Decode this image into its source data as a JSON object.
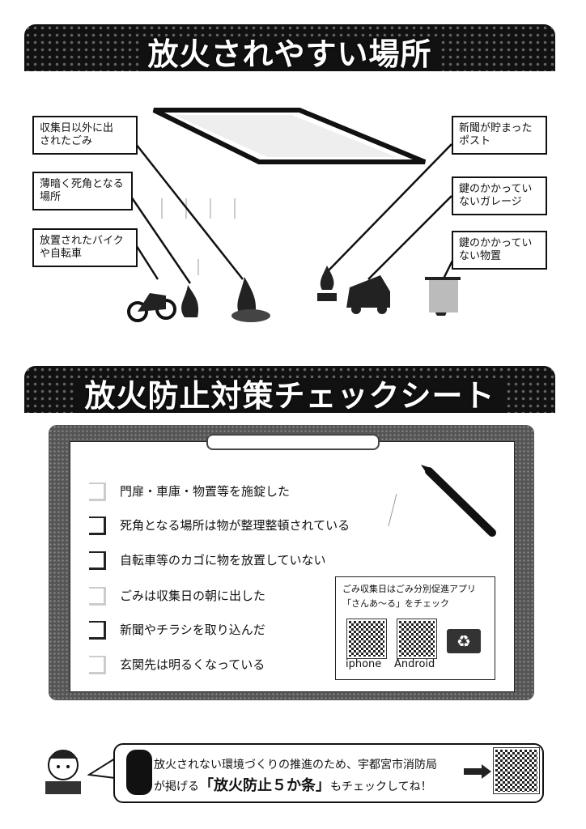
{
  "section1": {
    "title": "放火されやすい場所"
  },
  "callouts": [
    {
      "id": "left-1",
      "lines": [
        "収集日以外に出",
        "されたごみ"
      ]
    },
    {
      "id": "left-2",
      "lines": [
        "薄暗く死角となる",
        "場所"
      ]
    },
    {
      "id": "left-3",
      "lines": [
        "放置されたバイク",
        "や自転車"
      ]
    },
    {
      "id": "right-1",
      "lines": [
        "新聞が貯まった",
        "ポスト"
      ]
    },
    {
      "id": "right-2",
      "lines": [
        "鍵のかかってい",
        "ないガレージ"
      ]
    },
    {
      "id": "right-3",
      "lines": [
        "鍵のかかってい",
        "ない物置"
      ]
    }
  ],
  "section2": {
    "title": "放火防止対策チェックシート"
  },
  "checklist": [
    {
      "label": "門扉・車庫・物置等を施錠した"
    },
    {
      "label": "死角となる場所は物が整理整頓されている"
    },
    {
      "label": "自転車等のカゴに物を放置していない"
    },
    {
      "label": "ごみは収集日の朝に出した"
    },
    {
      "label": "新聞やチラシを取り込んだ"
    },
    {
      "label": "玄関先は明るくなっている"
    }
  ],
  "app": {
    "line1": "ごみ収集日はごみ分別促進アプリ",
    "line2": "「さんあ～る」をチェック",
    "iphone": "iphone",
    "android": "Android"
  },
  "footer": {
    "line1": "放火されない環境づくりの推進のため、宇都宮市消防局",
    "line2_pre": "が掲げる",
    "line2_bold": "「放火防止５か条」",
    "line2_post": "もチェックしてね！"
  }
}
